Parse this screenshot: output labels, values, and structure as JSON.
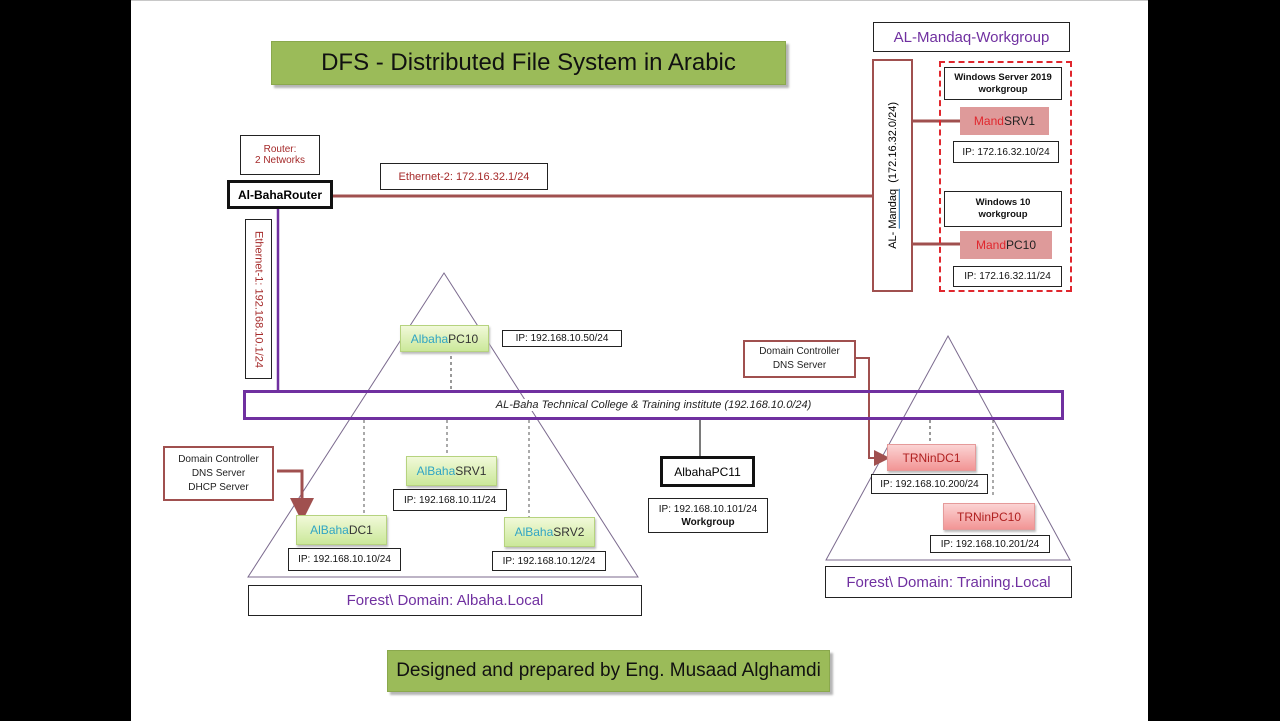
{
  "title": "DFS - Distributed File System in Arabic",
  "footer": "Designed and prepared by Eng. Musaad Alghamdi",
  "colors": {
    "banner_green": "#9bbb59",
    "router_link": "#a0504f",
    "lan_purple": "#7030a0",
    "prefix_blue": "#31a5c4",
    "prefix_red": "#e0262d"
  },
  "router": {
    "note": [
      "Router:",
      "2 Networks"
    ],
    "name": "Al-BahaRouter",
    "eth1": "Ethernet-1: 192.168.10.1/24",
    "eth2": "Ethernet-2: 172.16.32.1/24"
  },
  "lan": {
    "label": "AL-Baha Technical College & Training institute (192.168.10.0/24)"
  },
  "mandaq": {
    "workgroup_title": "AL-Mandaq-Workgroup",
    "segment_prefix": "AL- ",
    "segment_link": "Mandaq",
    "segment_suffix": "  (172.16.32.0/24)",
    "nodes": [
      {
        "os": "Windows Server 2019",
        "role": "workgroup",
        "prefix": "Mand",
        "suffix": "SRV1",
        "ip": "IP: 172.16.32.10/24"
      },
      {
        "os": "Windows 10",
        "role": "workgroup",
        "prefix": "Mand",
        "suffix": "PC10",
        "ip": "IP: 172.16.32.11/24"
      }
    ]
  },
  "albaha_domain": {
    "forest_label": "Forest\\ Domain: Albaha.Local",
    "dc_note": [
      "Domain Controller",
      "DNS Server",
      "DHCP Server"
    ],
    "nodes": [
      {
        "prefix": "Albaha",
        "suffix": "PC10",
        "ip": "IP: 192.168.10.50/24"
      },
      {
        "prefix": "AlBaha",
        "suffix": "DC1",
        "ip": "IP: 192.168.10.10/24"
      },
      {
        "prefix": "AlBaha",
        "suffix": "SRV1",
        "ip": "IP: 192.168.10.11/24"
      },
      {
        "prefix": "AlBaha",
        "suffix": "SRV2",
        "ip": "IP: 192.168.10.12/24"
      }
    ]
  },
  "standalone": {
    "name": "AlbahaPC11",
    "ip": "IP: 192.168.10.101/24",
    "role": "Workgroup"
  },
  "training_domain": {
    "forest_label": "Forest\\ Domain: Training.Local",
    "dc_note": [
      "Domain Controller",
      "DNS Server"
    ],
    "nodes": [
      {
        "name": "TRNinDC1",
        "ip": "IP: 192.168.10.200/24"
      },
      {
        "name": "TRNinPC10",
        "ip": "IP: 192.168.10.201/24"
      }
    ]
  }
}
